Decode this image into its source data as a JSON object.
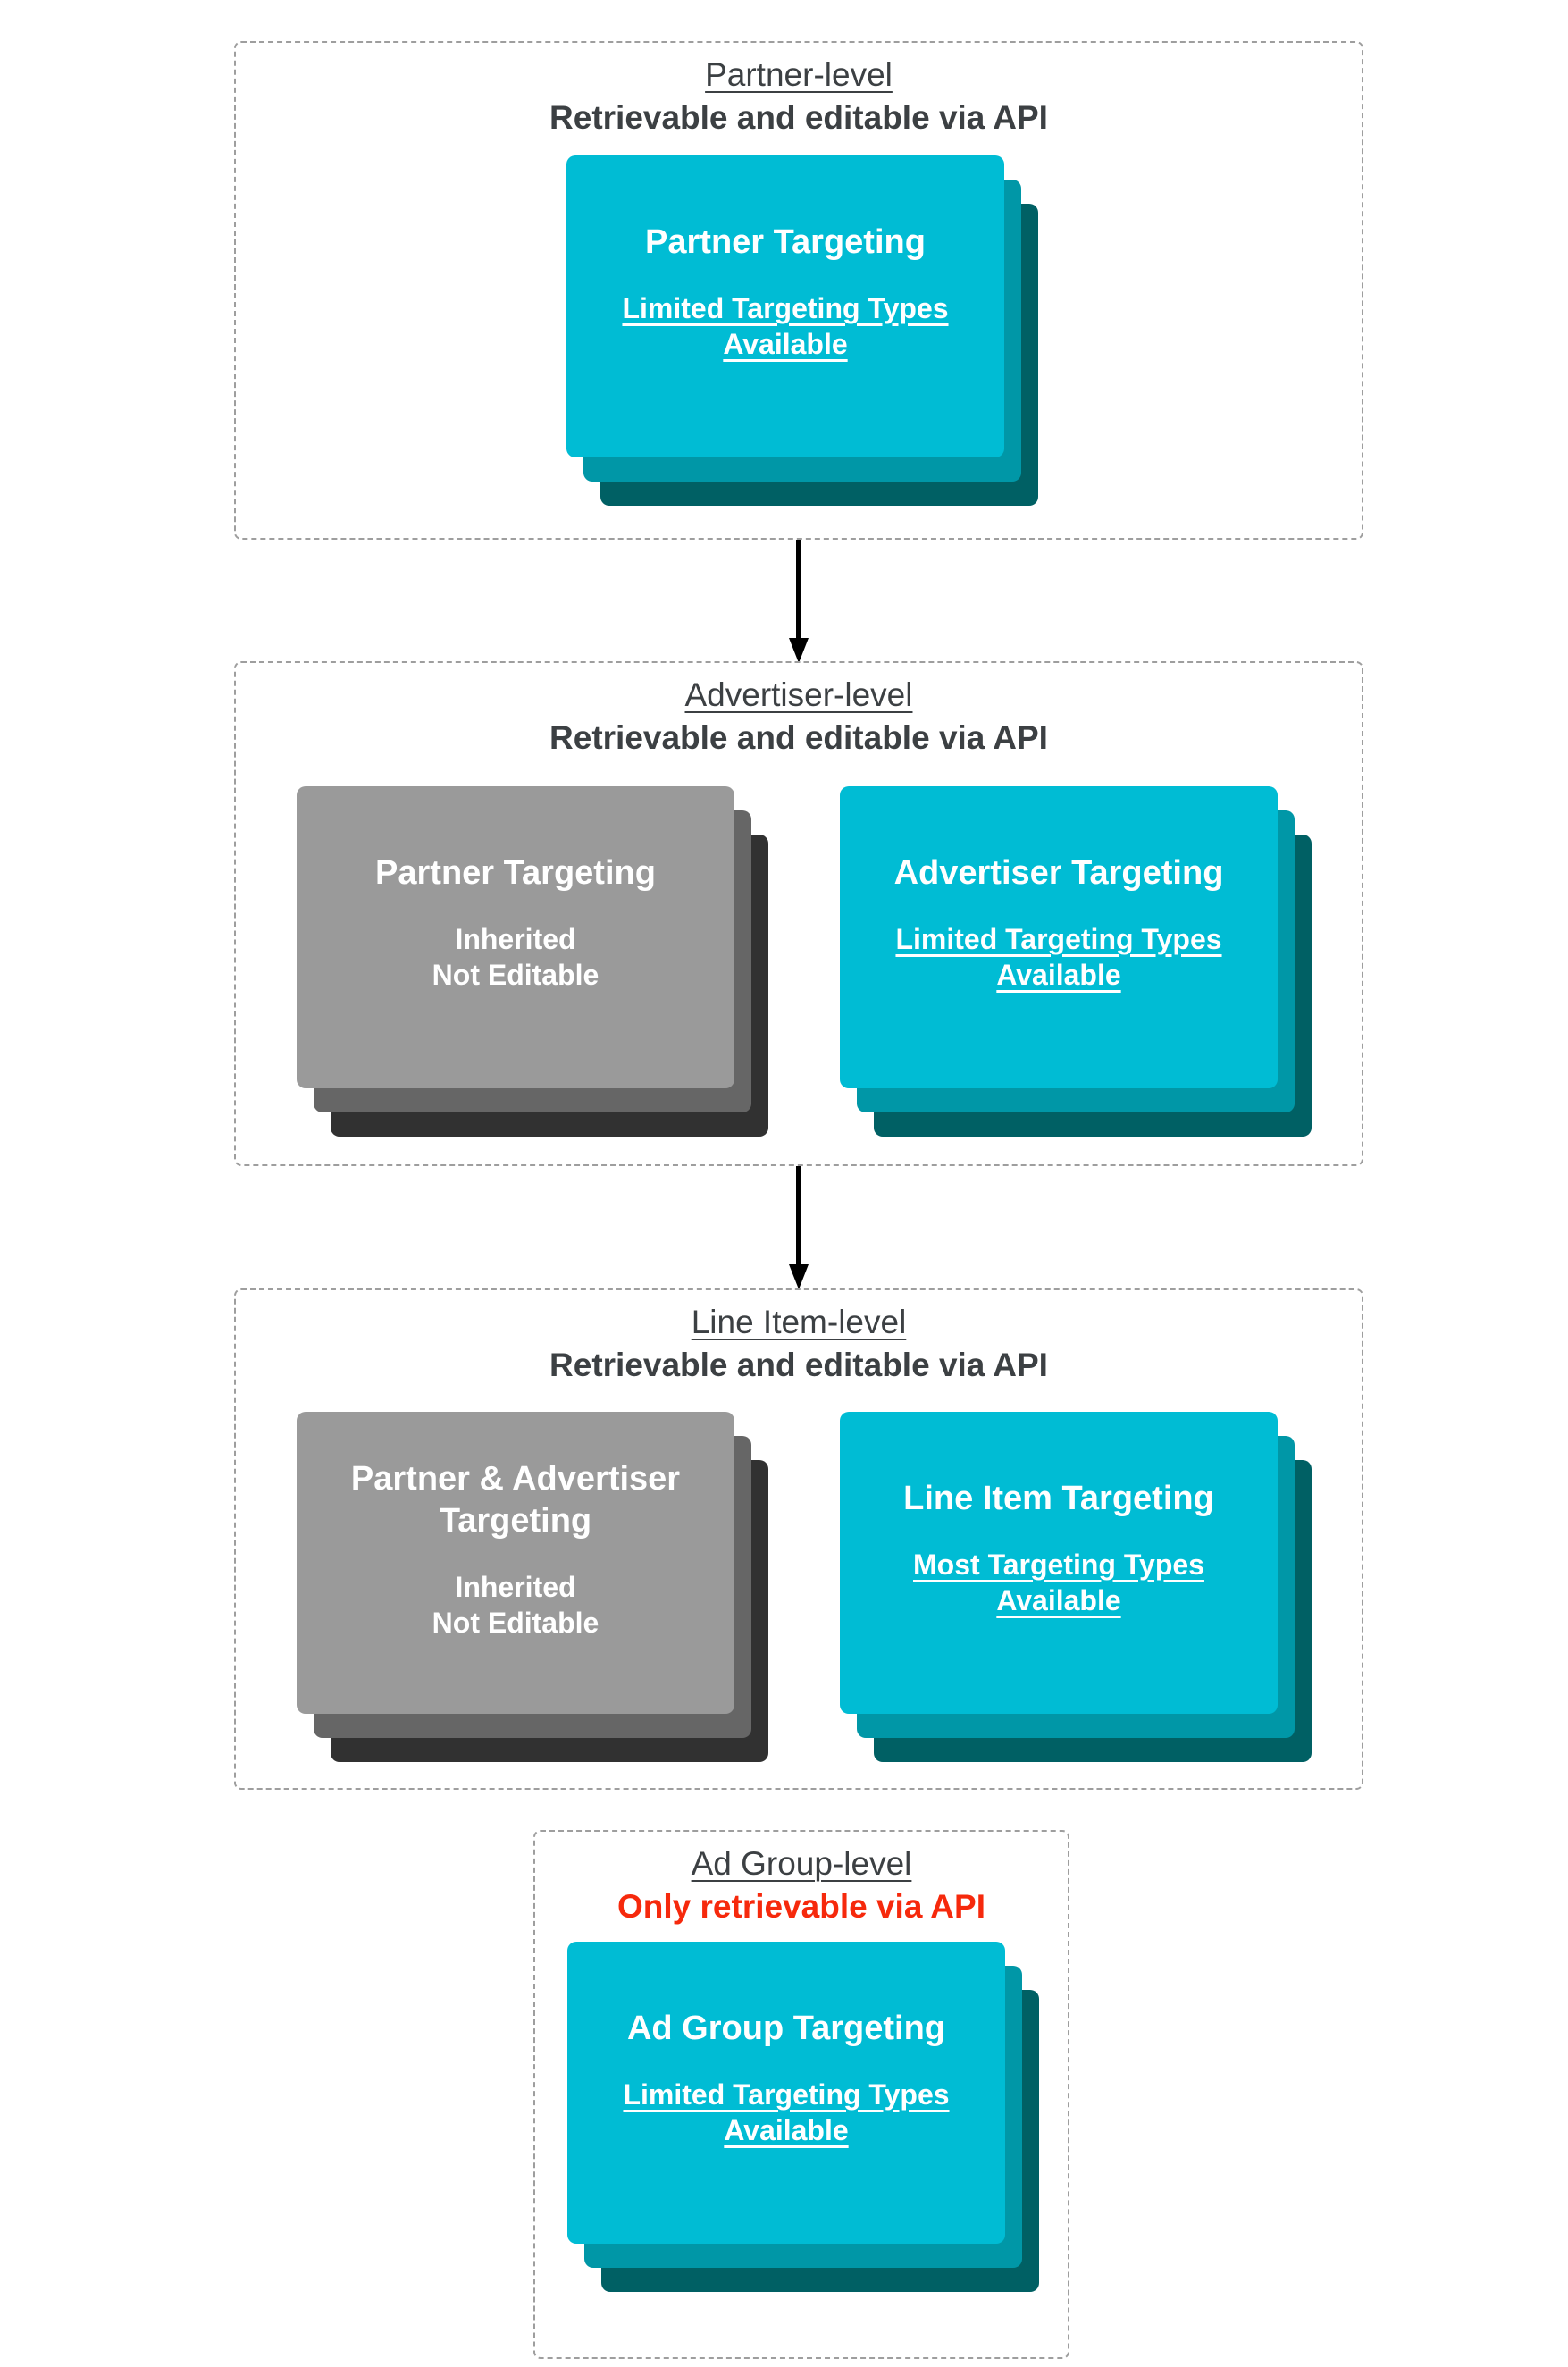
{
  "colors": {
    "teal_card": "#00BCD4",
    "teal_shadow_mid": "#0097A7",
    "teal_shadow_dark": "#006064",
    "gray_card": "#9A9A9A",
    "gray_shadow_mid": "#666666",
    "gray_shadow_dark": "#313131",
    "title_text": "#3C4043",
    "alert_text": "#F6290C",
    "card_text": "#FFFFFF",
    "dashed_border": "#9E9E9E",
    "arrow": "#000000"
  },
  "sections": [
    {
      "title": "Partner-level",
      "subtitle": "Retrievable and editable via API",
      "cards": [
        {
          "heading": "Partner Targeting",
          "body_lines": [
            "Limited Targeting Types",
            "Available"
          ],
          "style": "teal"
        }
      ]
    },
    {
      "title": "Advertiser-level",
      "subtitle": "Retrievable and editable via API",
      "cards": [
        {
          "heading": "Partner Targeting",
          "body_lines": [
            "Inherited",
            "Not Editable"
          ],
          "style": "gray"
        },
        {
          "heading": "Advertiser Targeting",
          "body_lines": [
            "Limited Targeting Types",
            "Available"
          ],
          "style": "teal"
        }
      ]
    },
    {
      "title": "Line Item-level",
      "subtitle": "Retrievable and editable via API",
      "cards": [
        {
          "heading_lines": [
            "Partner & Advertiser",
            "Targeting"
          ],
          "body_lines": [
            "Inherited",
            "Not Editable"
          ],
          "style": "gray"
        },
        {
          "heading": "Line Item Targeting",
          "body_lines": [
            "Most Targeting Types",
            "Available"
          ],
          "style": "teal"
        }
      ]
    },
    {
      "title": "Ad Group-level",
      "subtitle": "Only retrievable via API",
      "cards": [
        {
          "heading": "Ad Group Targeting",
          "body_lines": [
            "Limited Targeting Types",
            "Available"
          ],
          "style": "teal"
        }
      ]
    }
  ]
}
